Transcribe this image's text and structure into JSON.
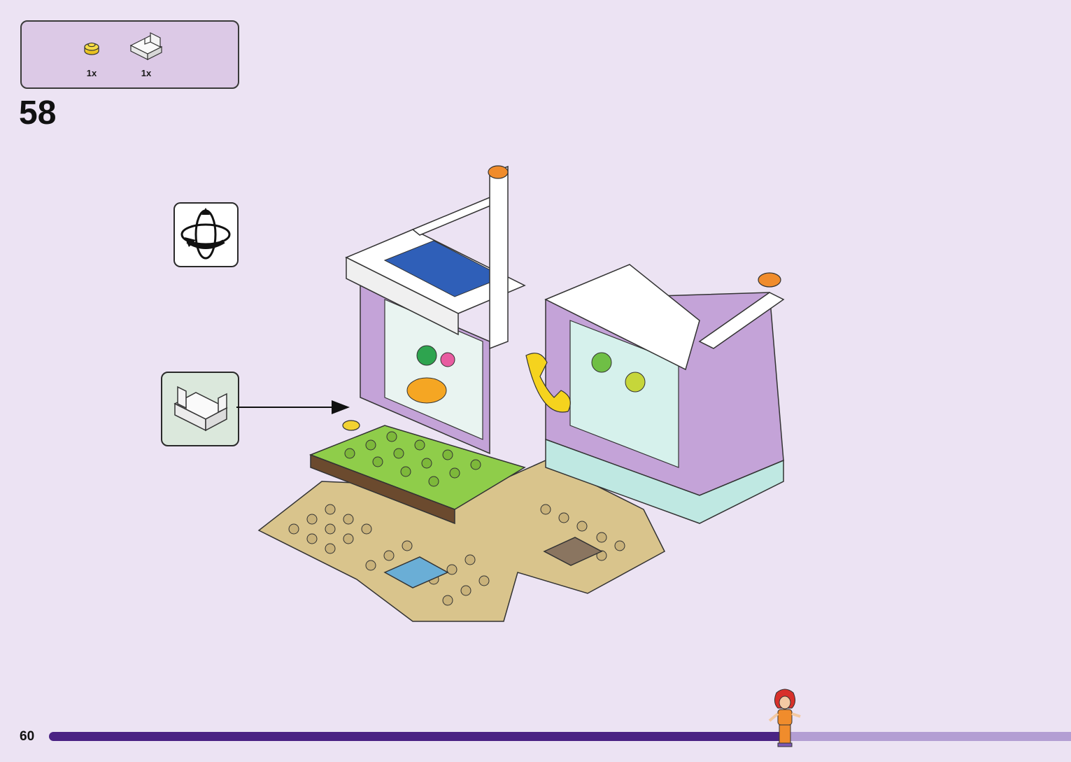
{
  "parts_list": {
    "items": [
      {
        "icon": "yellow-round-plate-icon",
        "qty": "1x"
      },
      {
        "icon": "white-corner-brick-icon",
        "qty": "1x"
      }
    ]
  },
  "step": {
    "number": "58"
  },
  "callouts": {
    "rotate": {
      "icon": "rotate-model-icon"
    },
    "subassembly": {
      "icon": "white-corner-brick-icon"
    }
  },
  "model": {
    "icon": "lego-house-model-illustration"
  },
  "footer": {
    "page_number": "60",
    "progress": 0.72
  },
  "colors": {
    "background": "#ece3f3",
    "parts_box": "#dcc9e6",
    "subassembly_box": "#dbe8dc",
    "progress_fill": "#4b2384",
    "progress_track": "#b39ed3"
  }
}
